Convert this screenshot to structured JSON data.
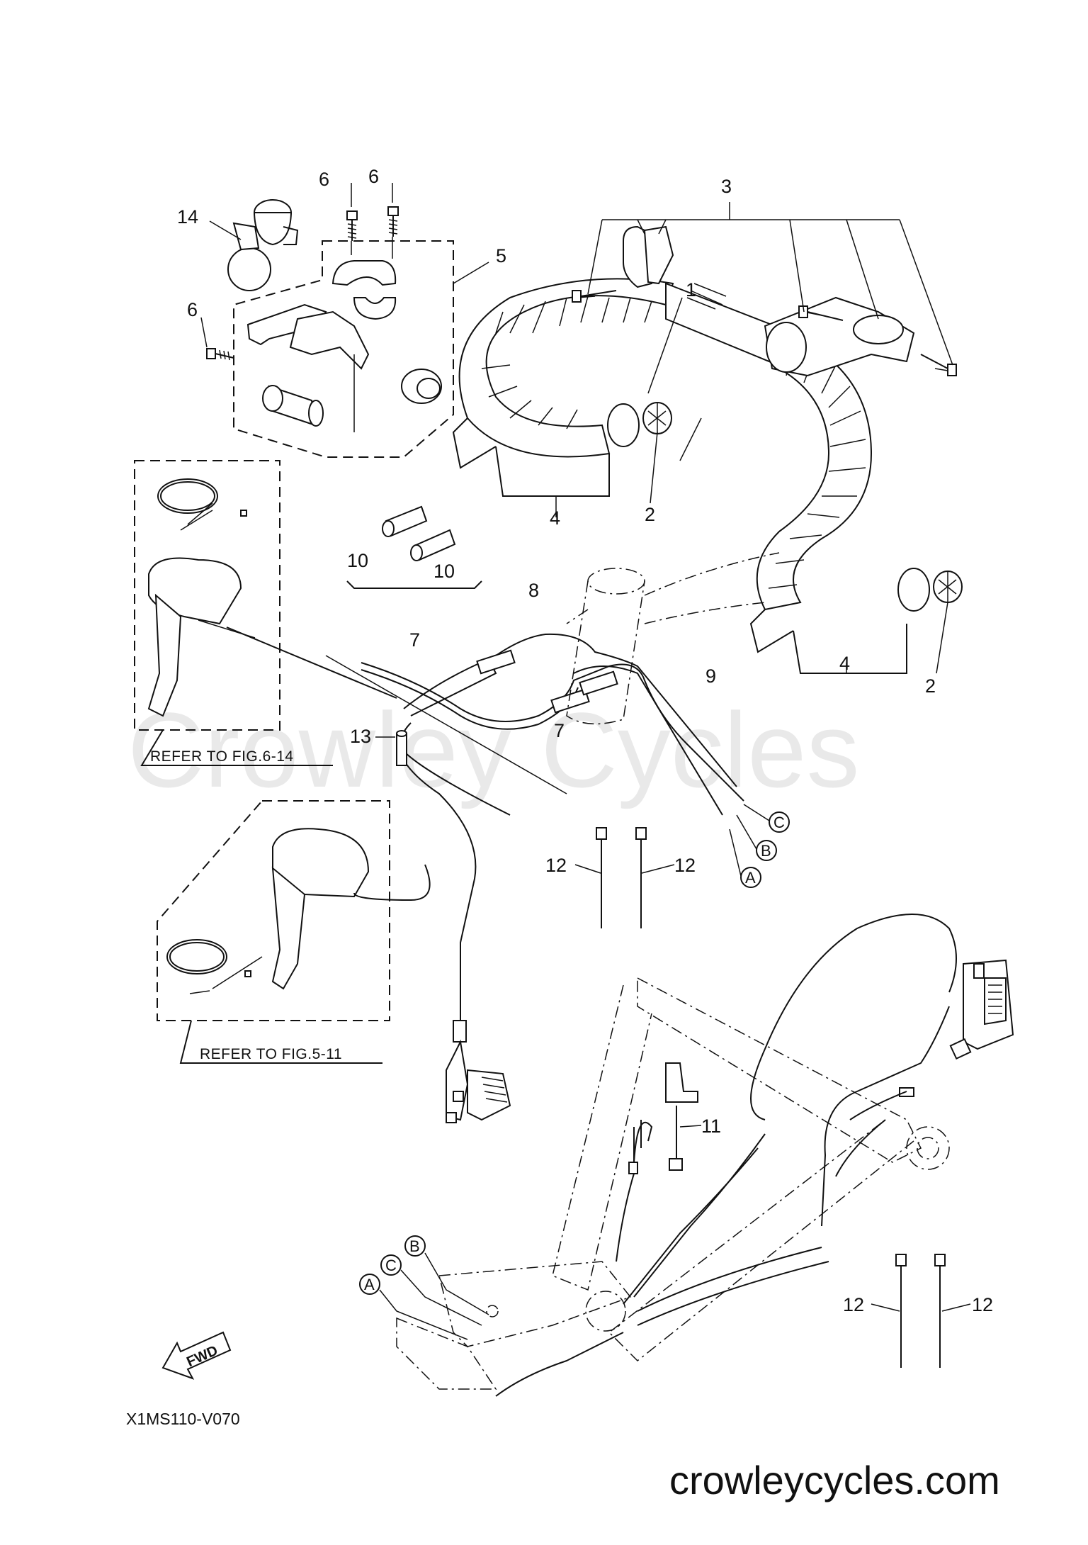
{
  "watermark": "Crowley Cycles",
  "callouts": {
    "c1": "1",
    "c2a": "2",
    "c2b": "2",
    "c3": "3",
    "c4a": "4",
    "c4b": "4",
    "c5": "5",
    "c6a": "6",
    "c6b": "6",
    "c6c": "6",
    "c7a": "7",
    "c7b": "7",
    "c8": "8",
    "c9": "9",
    "c10a": "10",
    "c10b": "10",
    "c11": "11",
    "c12a": "12",
    "c12b": "12",
    "c12c": "12",
    "c12d": "12",
    "c13": "13",
    "c14": "14"
  },
  "connectors": {
    "a1": "A",
    "b1": "B",
    "c1": "C",
    "a2": "A",
    "b2": "B",
    "c2": "C"
  },
  "references": {
    "fig6": "REFER TO FIG.6-14",
    "fig5": "REFER TO FIG.5-11"
  },
  "fwd_label": "FWD",
  "diagram_id": "X1MS110-V070",
  "site": "crowleycycles.com"
}
